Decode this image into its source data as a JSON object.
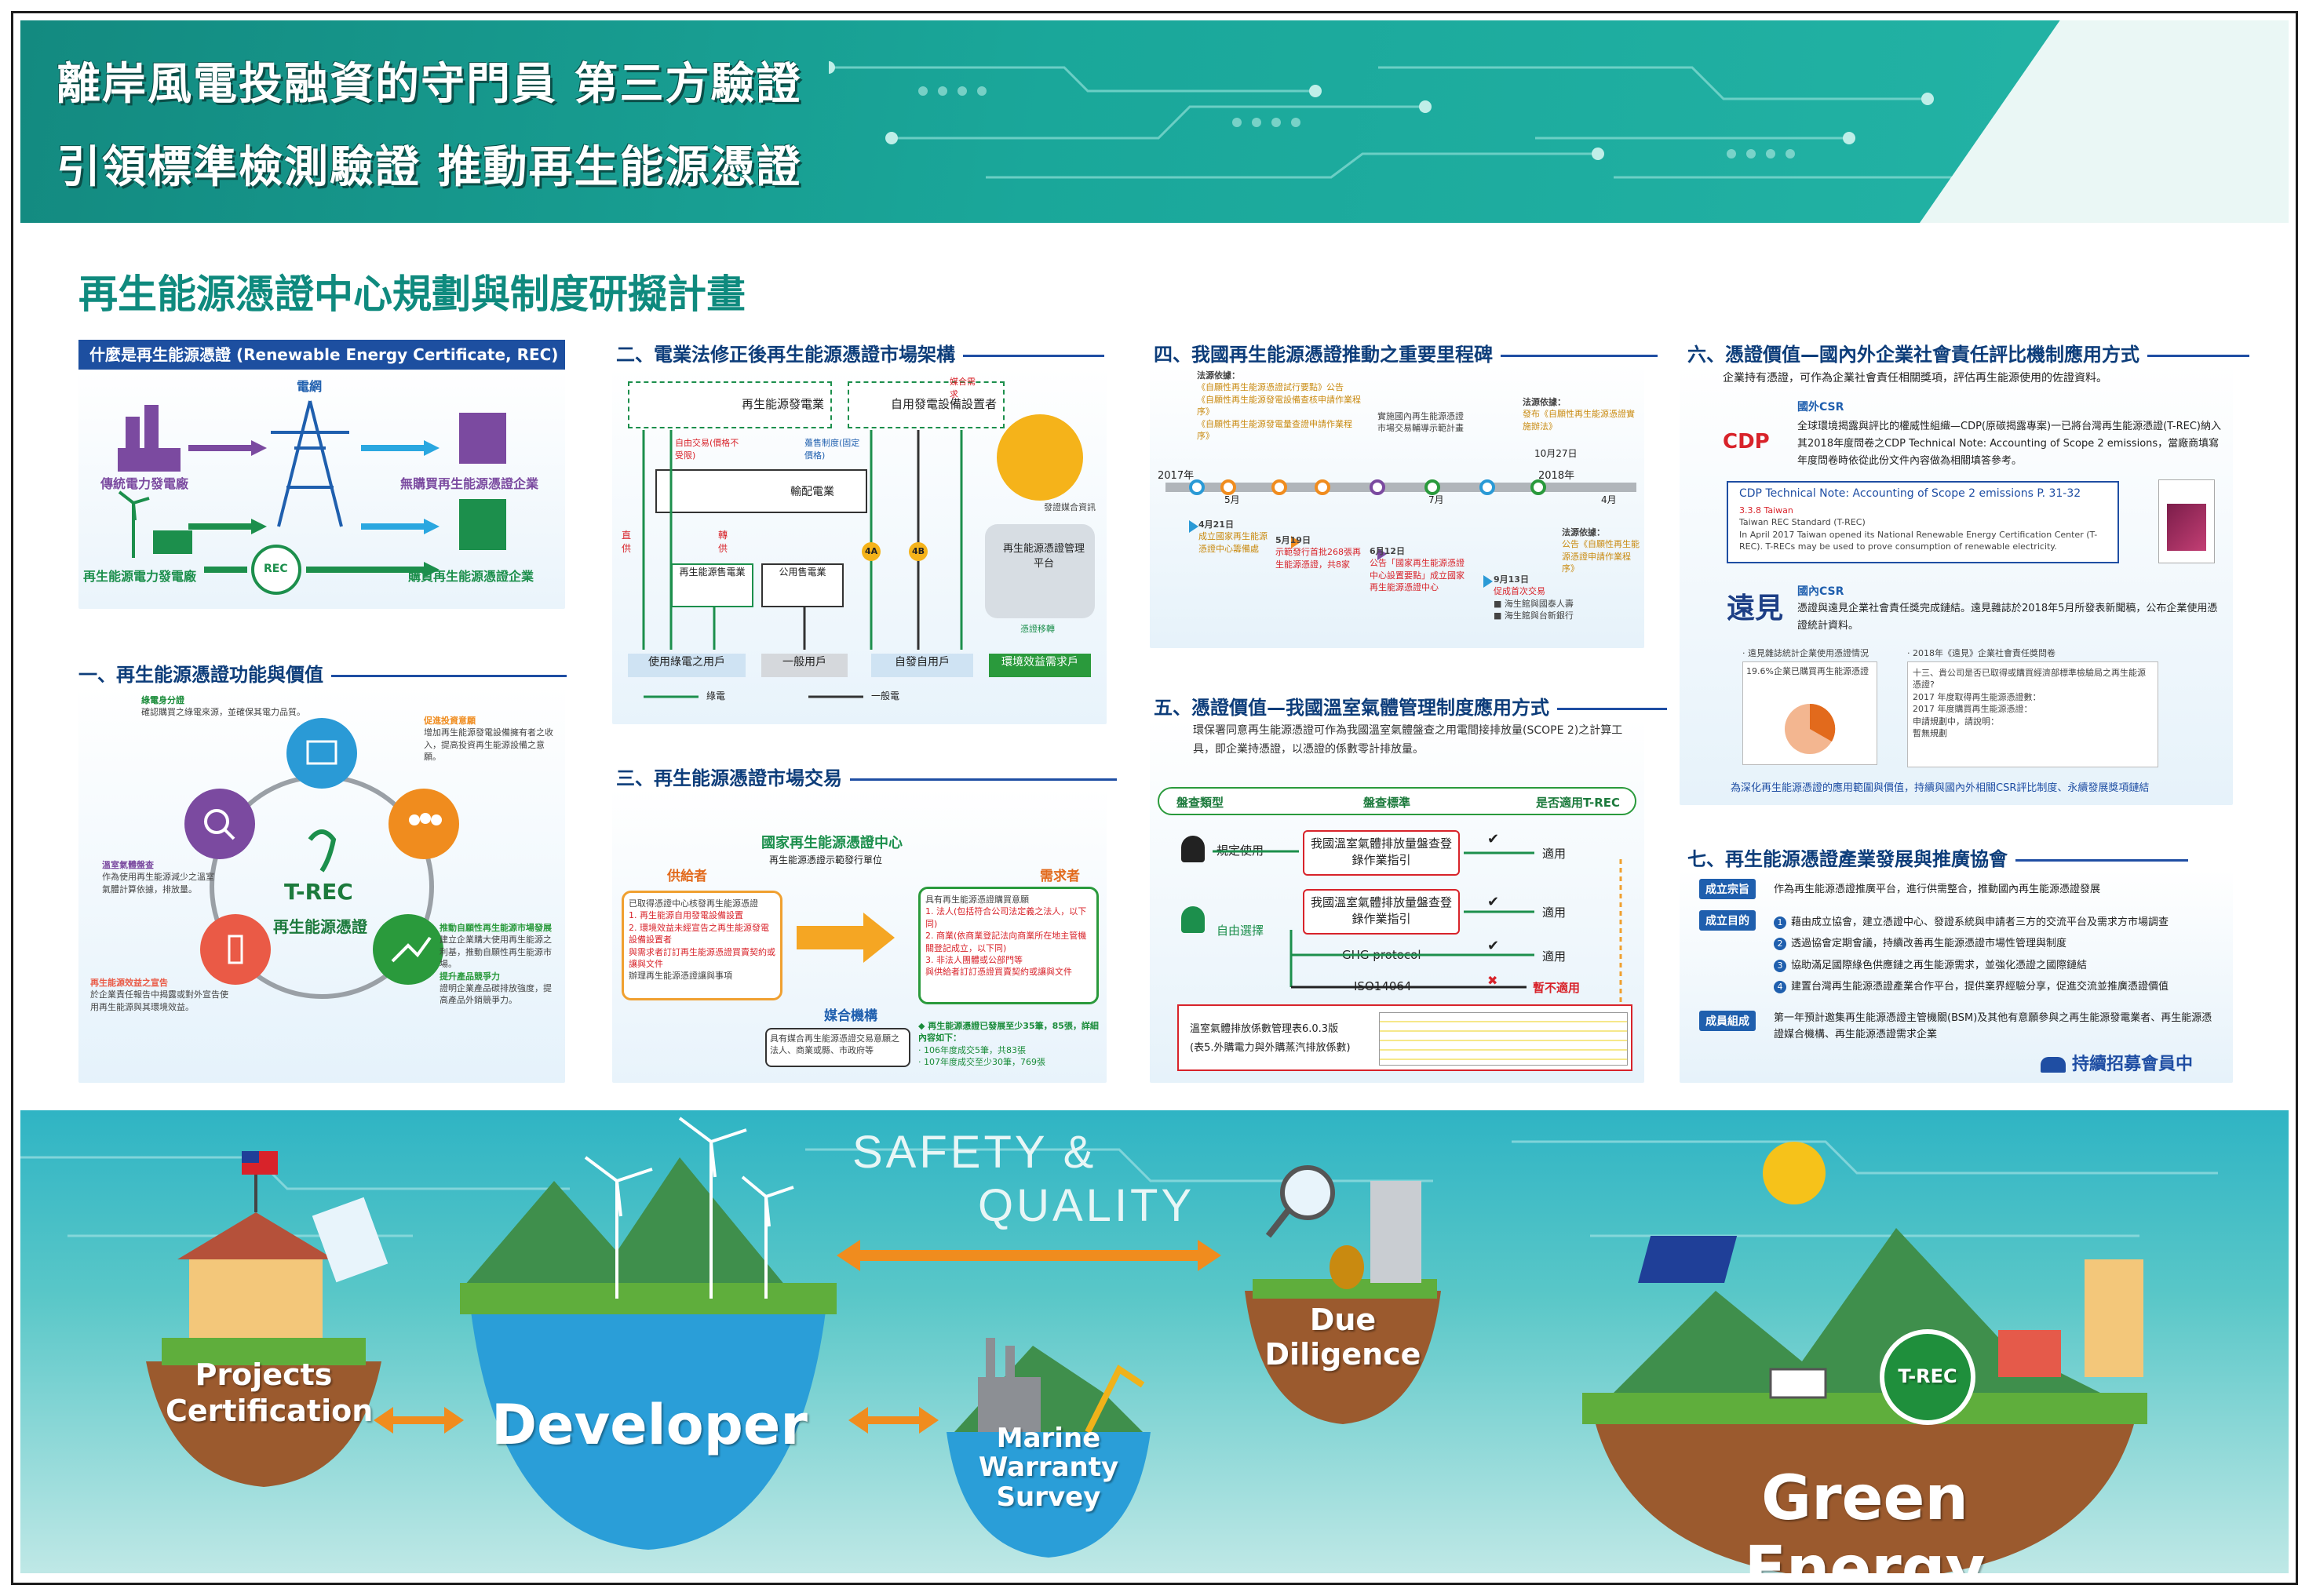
{
  "header": {
    "line1": "離岸風電投融資的守門員 第三方驗證",
    "line2": "引領標準檢測驗證 推動再生能源憑證"
  },
  "main_title": "再生能源憑證中心規劃與制度研擬計畫",
  "rec_box": {
    "title": "什麼是再生能源憑證 (Renewable Energy Certificate, REC)",
    "grid_label": "電網",
    "traditional": "傳統電力發電廠",
    "renewable": "再生能源電力發電廠",
    "no_cert": "無購買再生能源憑證企業",
    "with_cert": "購買再生能源憑證企業",
    "rec_badge": "REC"
  },
  "s1": {
    "heading": "一、再生能源憑證功能與價值",
    "center_logo": "T-REC",
    "center_label": "再生能源憑證",
    "t1_title": "綠電身分證",
    "t1_body": "確認購買之綠電來源，並確保其電力品質。",
    "t2_title": "促進投資意願",
    "t2_body": "增加再生能源發電設備擁有者之收入，提高投資再生能源設備之意願。",
    "t3_title": "溫室氣體盤查",
    "t3_body": "作為使用再生能源減少之溫室氣體計算依據，排放量。",
    "t4_title": "推動自願性再生能源市場發展",
    "t4_body": "建立企業購大使用再生能源之利基，推動自願性再生能源市場。",
    "t5_title": "提升產品競爭力",
    "t5_body": "證明企業產品碳排放強度，提高產品外銷競爭力。",
    "t6_title": "再生能源效益之宣告",
    "t6_body": "於企業責任報告中揭露或對外宣告使用再生能源與其環境效益。"
  },
  "s2": {
    "heading": "二、電業法修正後再生能源憑證市場架構",
    "gen": "再生能源發電業",
    "self_gen": "自用發電設備設置者",
    "grid": "輸配電業",
    "retail": "再生能源售電業",
    "public": "公用售電業",
    "cert_center": "再生能源憑證管理平台",
    "free_trade": "自由交易(價格不受限)",
    "fixed_price": "躉售制度(固定價格)",
    "supply": "直供",
    "transfer": "轉供",
    "user1": "使用綠電之用戶",
    "user2": "一般用戶",
    "user3": "自發自用戶",
    "user4": "環境效益需求戶",
    "legend_green": "綠電",
    "legend_black": "一般電",
    "n4a": "4A",
    "n4b": "4B",
    "match": "媒合需求",
    "issue": "發證媒合資訊",
    "transfer_cert": "憑證移轉"
  },
  "s3": {
    "heading": "三、再生能源憑證市場交易",
    "center": "國家再生能源憑證中心",
    "center_sub": "再生能源憑證示範發行單位",
    "supplier": "供給者",
    "demander": "需求者",
    "media": "媒合機構",
    "sup_lines": [
      "已取得憑證中心核發再生能源憑證",
      "1. 再生能源自用發電設備設置",
      "2. 環境效益未經宣告之再生能源發電設備設置者",
      "與需求者訂訂再生能源憑證買賣契約或讓與文件",
      "辦理再生能源憑證讓與事項"
    ],
    "dem_lines": [
      "具有再生能源憑證購買意願",
      "1. 法人(包括符合公司法定義之法人，以下同)",
      "2. 商業(依商業登記法向商業所在地主管機關登記成立，以下同)",
      "3. 非法人團體或公部門等",
      "與供給者訂訂憑證買賣契約或讓與文件"
    ],
    "media_note": "具有媒合再生能源憑證交易意願之法人、商業或縣、市政府等",
    "stat1": "◆ 再生能源憑證已發展至少35筆，85張，詳細內容如下：",
    "stat2": "· 106年度成交5筆，共83張",
    "stat3": "· 107年度成交至少30筆，769張"
  },
  "s4": {
    "heading": "四、我國再生能源憑證推動之重要里程碑",
    "legal1_title": "法源依據：",
    "legal1_items": [
      "《自願性再生能源憑證試行要點》公告",
      "《自願性再生能源發電設備查核申請作業程序》",
      "《自願性再生能源發電量查證申請作業程序》"
    ],
    "early_market": "實施國內再生能源憑證市場交易輔導示範計畫",
    "legal2_title": "法源依據：",
    "legal2_body": "發布《自願性再生能源憑證實施辦法》",
    "legal3_title": "法源依據：",
    "legal3_body": "公告《自願性再生能源憑證申請作業程序》",
    "year2017": "2017年",
    "year2018": "2018年",
    "months": [
      "5月",
      "7月",
      "4月"
    ],
    "d1": "4月21日",
    "d1_body": "成立國家再生能源憑證中心籌備處",
    "d2": "5月19日",
    "d2_body": "示範發行首批268張再生能源憑證，共8家",
    "d3": "6月12日",
    "d3_body": "公告「國家再生能源憑證中心設置要點」成立國家再生能源憑證中心",
    "d4": "9月13日",
    "d4_body": "促成首次交易",
    "d4_items": [
      "■ 海生館與國泰人壽",
      "■ 海生館與台新銀行"
    ],
    "d5": "10月27日"
  },
  "s5": {
    "heading": "五、憑證價值—我國溫室氣體管理制度應用方式",
    "intro": "環保署同意再生能源憑證可作為我國溫室氣體盤查之用電間接排放量(SCOPE 2)之計算工具，即企業持憑證，以憑證的係數零計排放量。",
    "col1": "盤查類型",
    "col2": "盤查標準",
    "col3": "是否適用T-REC",
    "row1_type": "規定使用",
    "row1_std": "我國溫室氣體排放量盤查登錄作業指引",
    "row1_res": "適用",
    "row2_type": "自由選擇",
    "row2_std": "我國溫室氣體排放量盤查登錄作業指引",
    "row2_res": "適用",
    "row3_std": "GHG protocol",
    "row3_res": "適用",
    "row4_std": "ISO14064",
    "row4_res": "暫不適用",
    "footer1": "溫室氣體排放係數管理表6.0.3版",
    "footer2": "(表5.外購電力與外購蒸汽排放係數)"
  },
  "s6": {
    "heading": "六、憑證價值—國內外企業社會責任評比機制應用方式",
    "intro": "企業持有憑證，可作為企業社會責任相關獎項，評估再生能源使用的佐證資料。",
    "intl_label": "國外CSR",
    "cdp_logo": "CDP",
    "intl_body": "全球環境揭露與評比的權威性組織—CDP(原碳揭露專案)一已將台灣再生能源憑證(T-REC)納入其2018年度問卷之CDP Technical Note: Accounting of Scope 2 emissions，當廠商填寫年度問卷時依從此份文件內容做為相關填答參考。",
    "doc_title": "CDP Technical Note: Accounting of Scope 2 emissions P. 31-32",
    "doc_sub": "3.3.8 Taiwan",
    "doc_sub2": "Taiwan REC Standard (T-REC)",
    "doc_body": "In April 2017 Taiwan opened its National Renewable Energy Certification Center (T-REC). T-RECs may be used to prove consumption of renewable electricity.",
    "dom_label": "國內CSR",
    "yuanjian": "遠見",
    "dom_body": "憑證與遠見企業社會責任獎完成鏈結。遠見雜誌於2018年5月所發表新聞稿，公布企業使用憑證統計資料。",
    "survey1": "· 遠見雜誌統計企業使用憑證情況",
    "survey1_stat": "19.6%企業已購買再生能源憑證",
    "survey2": "· 2018年《遠見》企業社會責任獎問卷",
    "survey2_q": "十三、貴公司是否已取得或購買經濟部標準檢驗局之再生能源憑證?",
    "survey2_opts": [
      "2017 年度取得再生能源憑證數：",
      "2017 年度購買再生能源憑證：",
      "申請規劃中，請說明：",
      "暫無規劃"
    ],
    "footer": "為深化再生能源憑證的應用範圍與價值，持續與國內外相關CSR評比制度、永續發展獎項鏈結"
  },
  "s7": {
    "heading": "七、再生能源憑證產業發展與推廣協會",
    "c1": "成立宗旨",
    "c1_body": "作為再生能源憑證推廣平台，進行供需整合，推動國內再生能源憑證發展",
    "c2": "成立目的",
    "goals": [
      "藉由成立協會，建立憑證中心、發證系統與申請者三方的交流平台及需求方市場調查",
      "透過協會定期會議，持續改善再生能源憑證市場性管理與制度",
      "協助滿足國際綠色供應鏈之再生能源需求，並強化憑證之國際鏈結",
      "建置台灣再生能源憑證產業合作平台，提供業界經驗分享，促進交流並推廣憑證價值"
    ],
    "c3": "成員組成",
    "c3_body": "第一年預計邀集再生能源憑證主管機關(BSM)及其他有意願參與之再生能源發電業者、再生能源憑證媒合機構、再生能源憑證需求企業",
    "recruit": "持續招募會員中"
  },
  "bottom": {
    "safety": "SAFETY &",
    "quality": "QUALITY",
    "projects1": "Projects",
    "projects2": "Certification",
    "developer": "Developer",
    "marine1": "Marine",
    "marine2": "Warranty",
    "marine3": "Survey",
    "due": "Due Diligence",
    "green": "Green Energy",
    "trec": "T-REC"
  }
}
